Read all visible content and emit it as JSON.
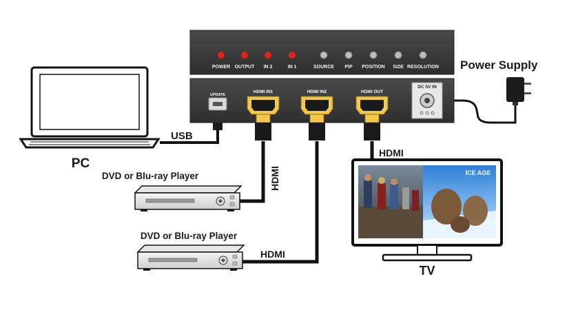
{
  "front_panel": {
    "leds": [
      {
        "label": "POWER"
      },
      {
        "label": "OUTPUT"
      },
      {
        "label": "IN 2"
      },
      {
        "label": "IN 1"
      }
    ],
    "buttons": [
      {
        "label": "SOURCE"
      },
      {
        "label": "PIP"
      },
      {
        "label": "POSITION"
      },
      {
        "label": "SIZE"
      },
      {
        "label": "RESOLUTION"
      }
    ],
    "led_color": "#e0201b"
  },
  "rear_panel": {
    "update_label": "UPDATE",
    "hdmi_in1_label": "HDMI IN1",
    "hdmi_in2_label": "HDMI IN2",
    "hdmi_out_label": "HDMI OUT",
    "dc_label": "DC 5V IN",
    "port_accent": "#f2c94c"
  },
  "labels": {
    "power_supply": "Power Supply",
    "pc": "PC",
    "usb": "USB",
    "player1": "DVD or Blu-ray Player",
    "player2": "DVD or Blu-ray Player",
    "hdmi_vertical": "HDMI",
    "hdmi_player2": "HDMI",
    "hdmi_tv": "HDMI",
    "tv": "TV",
    "screen_logo": "ICE AGE"
  }
}
